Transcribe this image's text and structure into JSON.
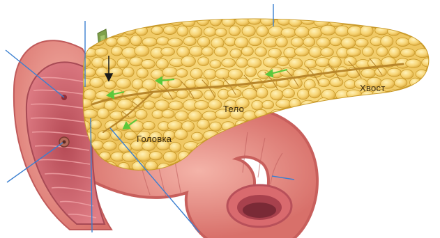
{
  "labels": {
    "tail": "Хвост",
    "body": "Тело",
    "head": "Головка"
  },
  "colors": {
    "pancreas": "#f2cf6a",
    "pancreas_lobule_edge": "#c99a2a",
    "duodenum_outer": "#e48a7e",
    "duodenum_inner": "#d9737a",
    "duct": "#b8862a",
    "flow_arrows": "#5cc83a",
    "leader_lines": "#3a7fd0",
    "bile_duct": "#6f9a3a"
  },
  "icons": {
    "flow_arrow": "green-arrow-icon",
    "bile_arrow": "black-arrow-icon"
  }
}
